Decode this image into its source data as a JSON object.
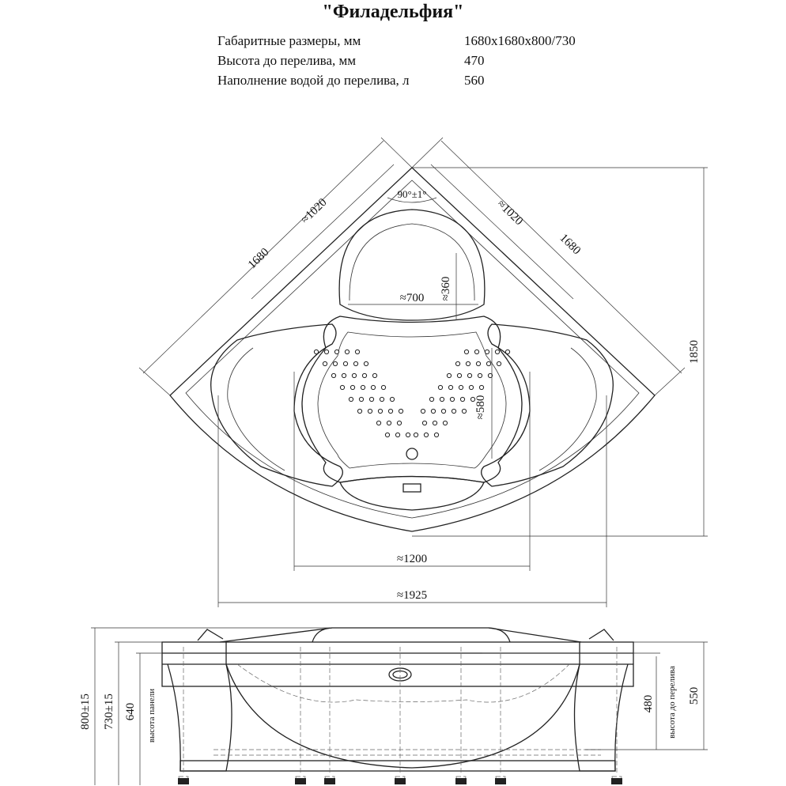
{
  "title": "\"Филадельфия\"",
  "specs": [
    {
      "label": "Габаритные размеры, мм",
      "value": "1680x1680x800/730"
    },
    {
      "label": "Высота до перелива, мм",
      "value": "470"
    },
    {
      "label": "Наполнение водой до перелива, л",
      "value": "560"
    }
  ],
  "top_view": {
    "side_left": "1680",
    "side_right": "1680",
    "inner_left": "≈1020",
    "inner_right": "≈1020",
    "angle": "90°±1°",
    "headrest_depth": "≈360",
    "headrest_width": "≈700",
    "depth_total": "1850",
    "bowl_depth": "≈580",
    "bowl_width": "≈1200",
    "total_width": "≈1925"
  },
  "side_view": {
    "total_height": "800±15",
    "rim_height": "730±15",
    "panel_height": "640",
    "panel_height_label": "высота панели",
    "overflow_height": "480",
    "overflow_label": "высота до перелива",
    "height_550": "550"
  }
}
